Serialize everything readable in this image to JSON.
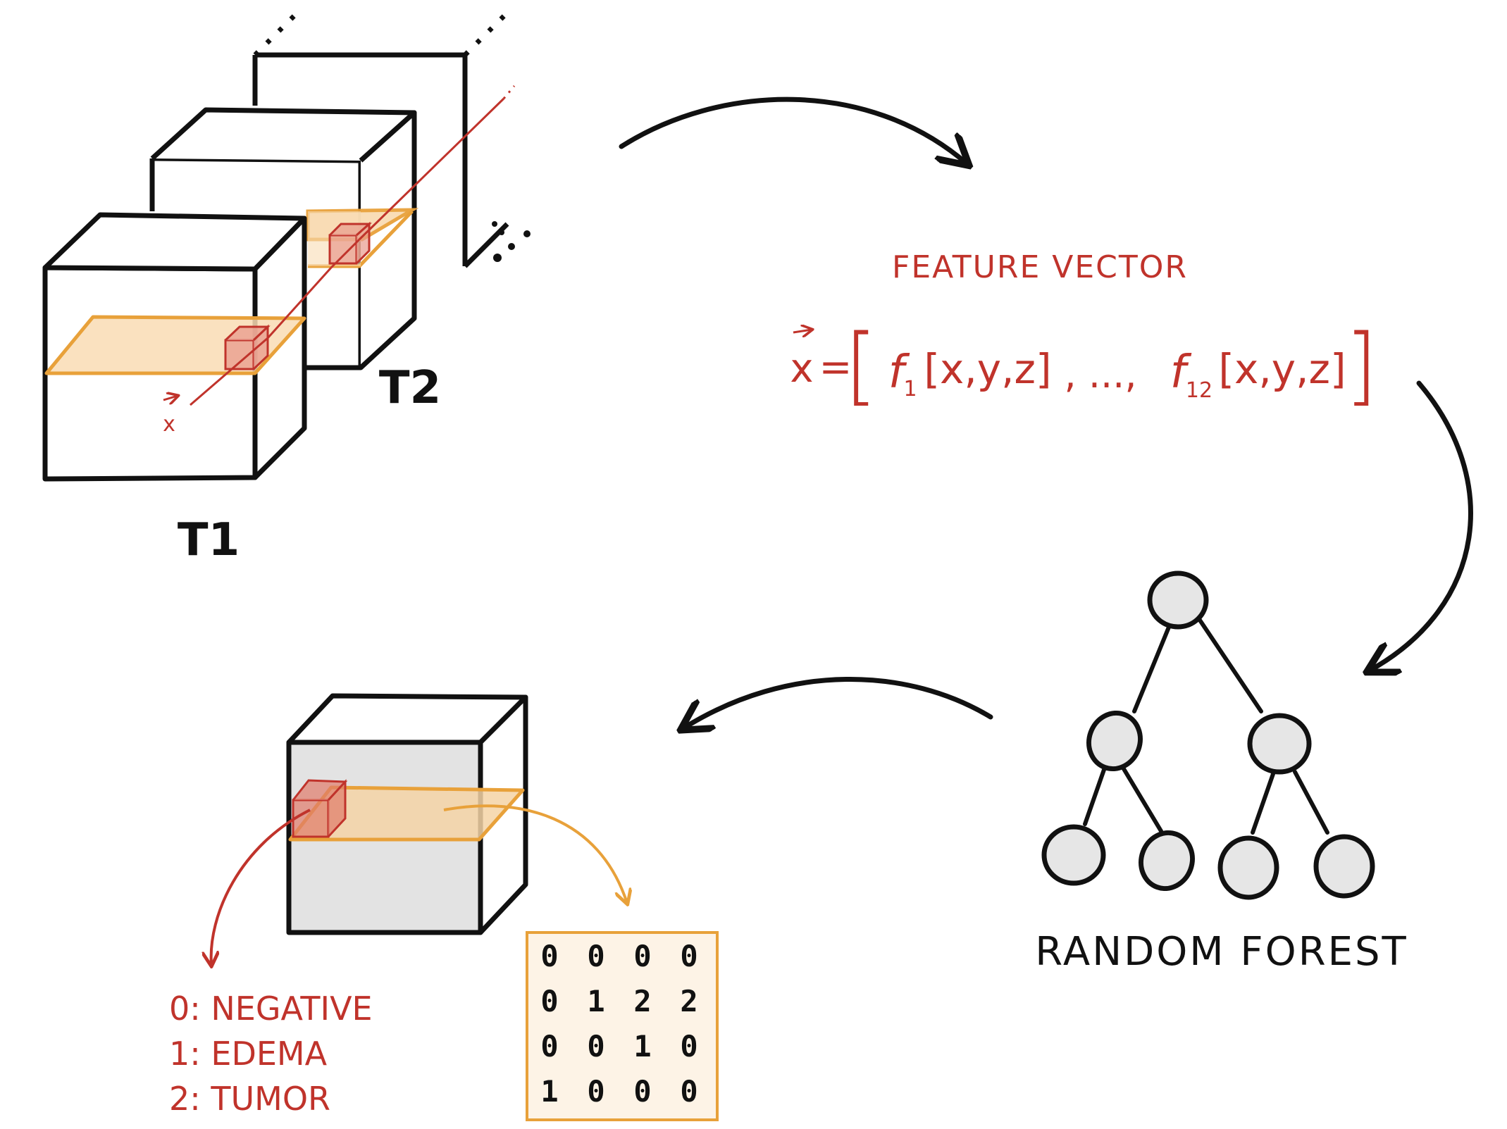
{
  "volumes": {
    "t1_label": "T1",
    "t2_label": "T2",
    "voxel_vector_label": "x",
    "ellipsis": "…"
  },
  "feature_vector": {
    "title": "FEATURE VECTOR",
    "lhs": "x",
    "equals": "=",
    "open_bracket": "[",
    "close_bracket": "]",
    "f_first": "f",
    "f_first_sub": "1",
    "f_first_args": "[x,y,z]",
    "separator": ", ..., ",
    "f_last": "f",
    "f_last_sub": "12",
    "f_last_args": "[x,y,z]"
  },
  "classifier": {
    "label": "RANDOM FOREST"
  },
  "legend": {
    "items": [
      "0: NEGATIVE",
      "1: EDEMA",
      "2: TUMOR"
    ]
  },
  "label_matrix": {
    "rows": [
      [
        "0",
        "0",
        "0",
        "0"
      ],
      [
        "0",
        "1",
        "2",
        "2"
      ],
      [
        "0",
        "0",
        "1",
        "0"
      ],
      [
        "1",
        "0",
        "0",
        "0"
      ]
    ]
  },
  "colors": {
    "ink": "#111111",
    "red": "#c0332b",
    "orange": "#e8a13a",
    "orange_fill": "#f9dcb4",
    "node_fill": "#e6e6e6",
    "output_fill": "#e3e3e3"
  }
}
